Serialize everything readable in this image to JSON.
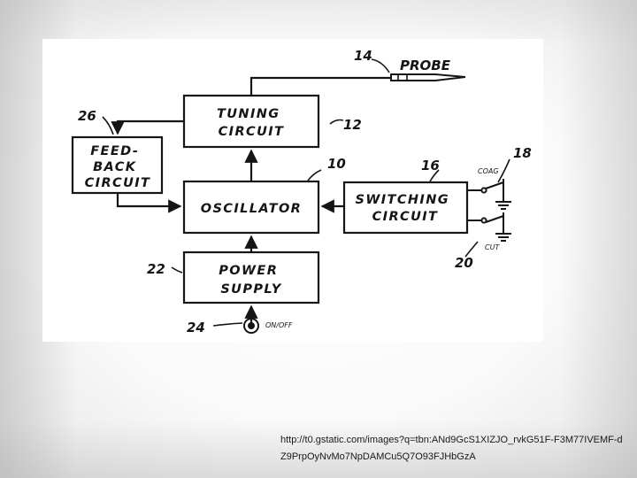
{
  "diagram": {
    "blocks": {
      "tuning": [
        "TUNING",
        "CIRCUIT"
      ],
      "feedback": [
        "FEED-",
        "BACK",
        "CIRCUIT"
      ],
      "oscillator": [
        "OSCILLATOR"
      ],
      "switching": [
        "SWITCHING",
        "CIRCUIT"
      ],
      "power": [
        "POWER",
        "SUPPLY"
      ]
    },
    "refs": {
      "probe": "14",
      "tuning": "12",
      "feedback": "26",
      "oscillator": "10",
      "switching": "16",
      "switch_top": "18",
      "switch_bottom": "20",
      "power": "22",
      "onoff": "24"
    },
    "labels": {
      "probe": "PROBE",
      "coag": "COAG",
      "cut": "CUT",
      "onoff": "ON/OFF"
    }
  },
  "caption": {
    "text": "http://t0.gstatic.com/images?q=tbn:ANd9GcS1XIZJO_rvkG51F-F3M77IVEMF-dZ9PrpOyNvMo7NpDAMCu5Q7O93FJHbGzA"
  }
}
